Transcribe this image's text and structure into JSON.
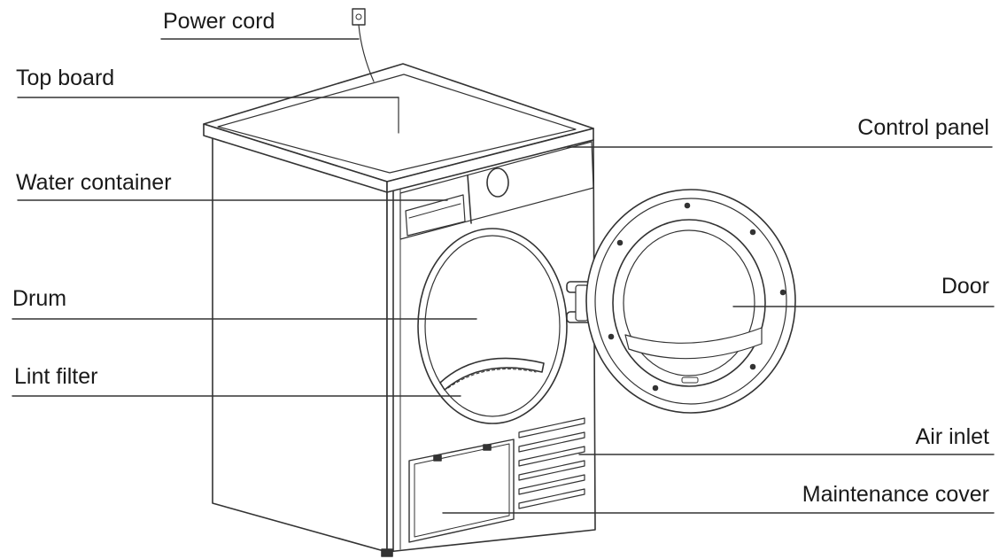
{
  "labels": {
    "power_cord": "Power cord",
    "top_board": "Top board",
    "water_container": "Water container",
    "drum": "Drum",
    "lint_filter": "Lint filter",
    "control_panel": "Control panel",
    "door": "Door",
    "air_inlet": "Air inlet",
    "maintenance_cover": "Maintenance cover"
  },
  "colors": {
    "line": "#333333",
    "background": "#ffffff"
  }
}
